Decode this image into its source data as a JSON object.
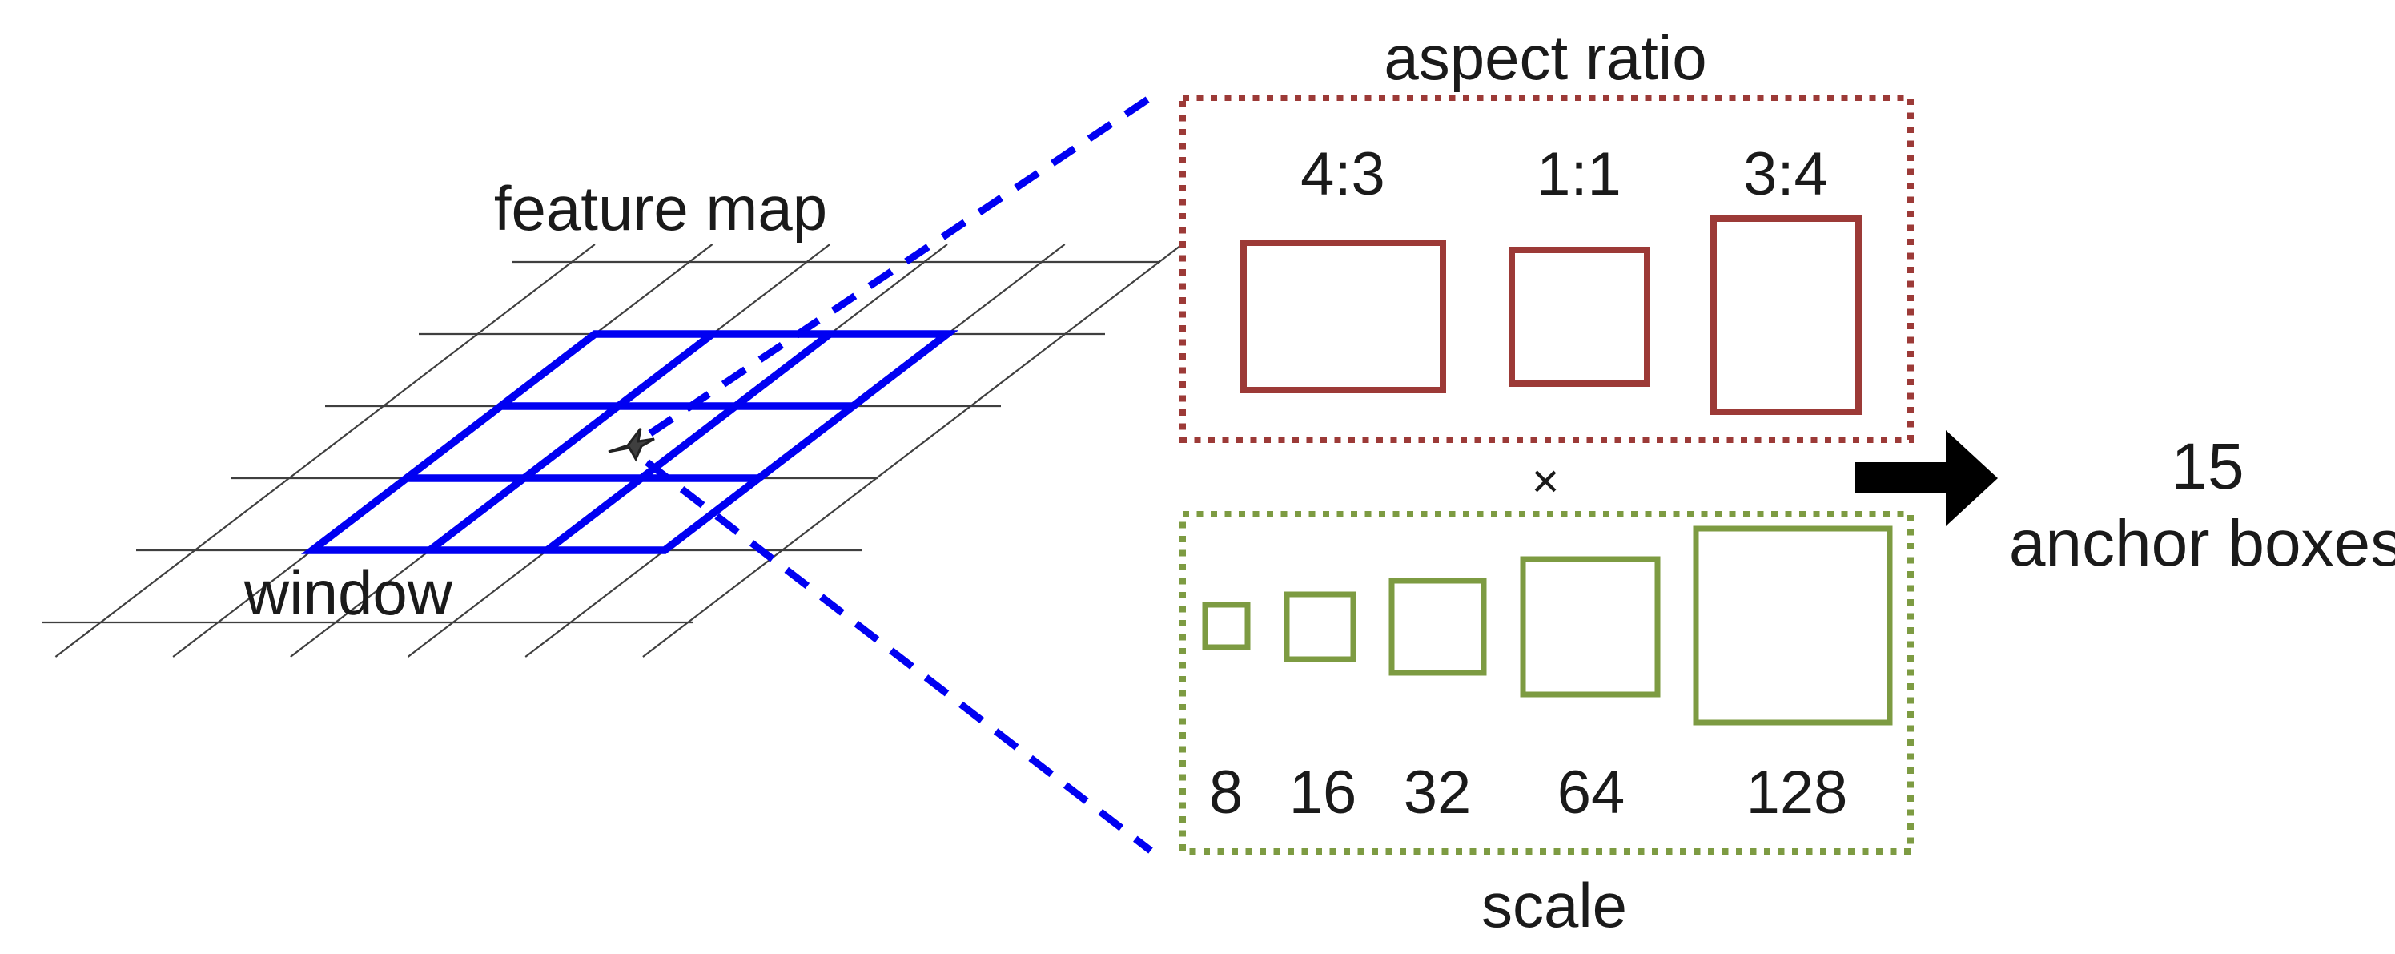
{
  "diagram": {
    "feature_map_label": "feature map",
    "window_label": "window",
    "aspect_panel": {
      "title": "aspect ratio",
      "ratios": [
        "4:3",
        "1:1",
        "3:4"
      ]
    },
    "multiply_symbol": "×",
    "scale_panel": {
      "title": "scale",
      "scales": [
        "8",
        "16",
        "32",
        "64",
        "128"
      ]
    },
    "output": {
      "line1": "15",
      "line2": "anchor boxes"
    },
    "colors": {
      "window_blue": "#0000f2",
      "aspect_maroon": "#9c3a37",
      "scale_olive": "#7d9b42",
      "grid_line": "#3f3f3f",
      "text": "#1a1a1a",
      "arrow_black": "#000000"
    }
  }
}
